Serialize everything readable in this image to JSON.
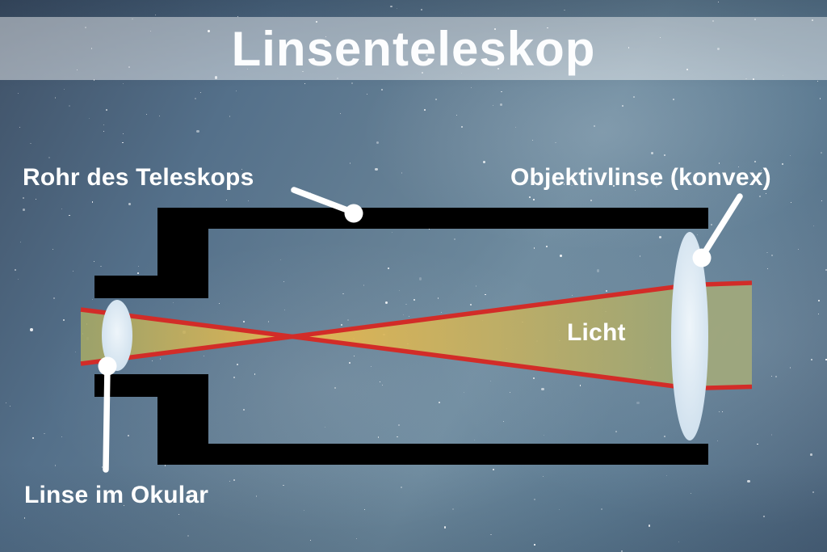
{
  "title": "Linsenteleskop",
  "labels": {
    "tube": "Rohr des Teleskops",
    "objective": "Objektivlinse (konvex)",
    "light": "Licht",
    "eyepiece": "Linse im Okular"
  },
  "colors": {
    "ray_red": "#d22c28",
    "beam_gold": "#eeba4b",
    "beam_olive_left": "#a2a768",
    "beam_olive_right": "#a0a873",
    "band_green": "#a3aa7b",
    "tube_black": "#000000",
    "lens_center": "#eef5fa",
    "lens_edge": "#c6daea",
    "pointer_white": "#ffffff",
    "title_text": "#fcfdfe",
    "label_text": "#ffffff"
  }
}
